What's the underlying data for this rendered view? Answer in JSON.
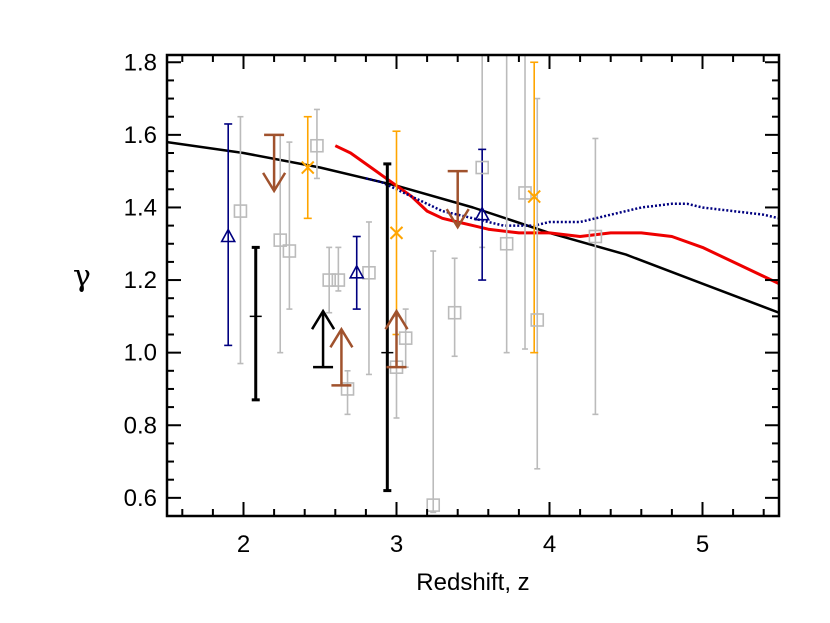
{
  "chart_data": {
    "type": "scatter",
    "xlabel": "Redshift, z",
    "ylabel": "γ",
    "xlim": [
      1.5,
      5.5
    ],
    "ylim": [
      0.55,
      1.82
    ],
    "x_ticks": [
      {
        "value": 2,
        "label": "2"
      },
      {
        "value": 3,
        "label": "3"
      },
      {
        "value": 4,
        "label": "4"
      },
      {
        "value": 5,
        "label": "5"
      }
    ],
    "y_ticks": [
      {
        "value": 0.6,
        "label": "0.6"
      },
      {
        "value": 0.8,
        "label": "0.8"
      },
      {
        "value": 1.0,
        "label": "1.0"
      },
      {
        "value": 1.2,
        "label": "1.2"
      },
      {
        "value": 1.4,
        "label": "1.4"
      },
      {
        "value": 1.6,
        "label": "1.6"
      },
      {
        "value": 1.8,
        "label": "1.8"
      }
    ],
    "grid": false,
    "colors": {
      "frame": "#000000",
      "black_curve": "#000000",
      "red_curve": "#ee0000",
      "dotted_curve": "#000080",
      "grey_squares": "#bbbbbb",
      "navy_triangles": "#000080",
      "orange_crosses": "#ffa500",
      "brown_limits": "#a0522d",
      "black_points": "#000000"
    },
    "curves": [
      {
        "style": "solid-black",
        "x": [
          1.5,
          2.0,
          2.5,
          3.0,
          3.5,
          4.0,
          4.5,
          5.0,
          5.5
        ],
        "y": [
          1.58,
          1.55,
          1.51,
          1.46,
          1.4,
          1.33,
          1.27,
          1.19,
          1.11
        ]
      },
      {
        "style": "solid-red",
        "x": [
          2.6,
          2.7,
          2.8,
          2.9,
          3.0,
          3.1,
          3.2,
          3.3,
          3.4,
          3.5,
          3.6,
          3.8,
          4.0,
          4.2,
          4.4,
          4.6,
          4.8,
          5.0,
          5.2,
          5.4,
          5.5
        ],
        "y": [
          1.57,
          1.55,
          1.52,
          1.49,
          1.46,
          1.43,
          1.39,
          1.37,
          1.36,
          1.35,
          1.34,
          1.33,
          1.33,
          1.32,
          1.33,
          1.33,
          1.32,
          1.29,
          1.25,
          1.21,
          1.19
        ]
      },
      {
        "style": "dotted-navy",
        "x": [
          2.8,
          2.9,
          3.0,
          3.1,
          3.2,
          3.3,
          3.4,
          3.5,
          3.6,
          3.7,
          3.8,
          3.9,
          4.0,
          4.1,
          4.2,
          4.4,
          4.6,
          4.8,
          4.9,
          5.0,
          5.2,
          5.4,
          5.5
        ],
        "y": [
          1.48,
          1.47,
          1.45,
          1.43,
          1.41,
          1.39,
          1.38,
          1.37,
          1.36,
          1.35,
          1.35,
          1.35,
          1.36,
          1.36,
          1.36,
          1.38,
          1.4,
          1.41,
          1.41,
          1.4,
          1.39,
          1.38,
          1.37
        ]
      }
    ],
    "grey_squares": [
      {
        "x": 1.98,
        "y": 1.39,
        "lo": 0.97,
        "hi": 1.65
      },
      {
        "x": 2.24,
        "y": 1.31,
        "lo": 1.0,
        "hi": 1.6
      },
      {
        "x": 2.3,
        "y": 1.28,
        "lo": 1.12,
        "hi": 1.58
      },
      {
        "x": 2.48,
        "y": 1.57,
        "lo": 1.48,
        "hi": 1.67
      },
      {
        "x": 2.56,
        "y": 1.2,
        "lo": 1.11,
        "hi": 1.29
      },
      {
        "x": 2.62,
        "y": 1.2,
        "lo": 1.17,
        "hi": 1.29
      },
      {
        "x": 2.68,
        "y": 0.9,
        "lo": 0.83,
        "hi": 0.95
      },
      {
        "x": 2.82,
        "y": 1.22,
        "lo": 0.94,
        "hi": 1.36
      },
      {
        "x": 3.0,
        "y": 0.96,
        "lo": 0.82,
        "hi": 1.1
      },
      {
        "x": 3.06,
        "y": 1.04,
        "lo": 0.96,
        "hi": 1.12
      },
      {
        "x": 3.24,
        "y": 0.58,
        "lo": 0.56,
        "hi": 1.28
      },
      {
        "x": 3.38,
        "y": 1.11,
        "lo": 0.99,
        "hi": 1.26
      },
      {
        "x": 3.56,
        "y": 1.51,
        "lo": 1.29,
        "hi": 1.82
      },
      {
        "x": 3.72,
        "y": 1.3,
        "lo": 1.0,
        "hi": 1.82
      },
      {
        "x": 3.84,
        "y": 1.44,
        "lo": 1.01,
        "hi": 1.82
      },
      {
        "x": 3.92,
        "y": 1.09,
        "lo": 0.68,
        "hi": 1.7
      },
      {
        "x": 4.3,
        "y": 1.32,
        "lo": 0.83,
        "hi": 1.59
      }
    ],
    "navy_triangles": [
      {
        "x": 1.9,
        "y": 1.32,
        "lo": 1.02,
        "hi": 1.63
      },
      {
        "x": 2.74,
        "y": 1.22,
        "lo": 1.12,
        "hi": 1.32
      },
      {
        "x": 3.56,
        "y": 1.38,
        "lo": 1.2,
        "hi": 1.56
      }
    ],
    "orange_crosses": [
      {
        "x": 2.42,
        "y": 1.51,
        "lo": 1.37,
        "hi": 1.65
      },
      {
        "x": 3.0,
        "y": 1.33,
        "lo": 1.05,
        "hi": 1.61
      },
      {
        "x": 3.9,
        "y": 1.43,
        "lo": 1.0,
        "hi": 1.8
      }
    ],
    "brown_upper_limits": [
      {
        "x": 2.2,
        "y": 1.6
      },
      {
        "x": 3.4,
        "y": 1.5
      }
    ],
    "brown_lower_limits": [
      {
        "x": 2.64,
        "y": 0.91
      },
      {
        "x": 3.0,
        "y": 0.96
      }
    ],
    "black_lower_limits": [
      {
        "x": 2.52,
        "y": 0.96
      }
    ],
    "black_points": [
      {
        "x": 2.08,
        "y": 1.1,
        "lo": 0.87,
        "hi": 1.29
      },
      {
        "x": 2.94,
        "y": 1.0,
        "lo": 0.62,
        "hi": 1.52
      }
    ]
  }
}
